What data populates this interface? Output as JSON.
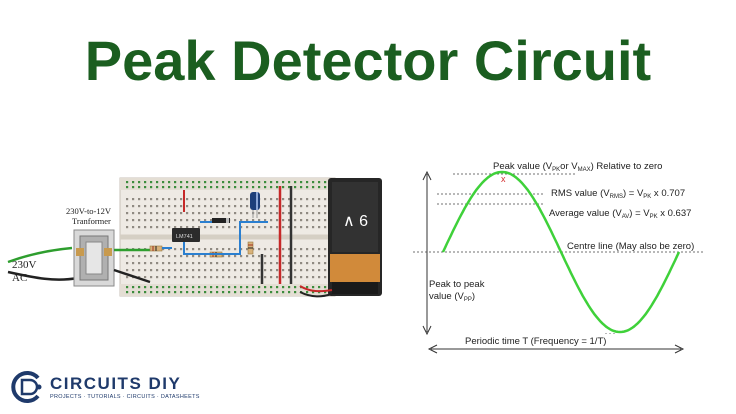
{
  "title": "Peak Detector Circuit",
  "circuit": {
    "transformer_label_line1": "230V-to-12V",
    "transformer_label_line2": "Tranformer",
    "ac_label_line1": "230V",
    "ac_label_line2": "AC",
    "ic_label": "LM741",
    "battery_label": "∧ 6"
  },
  "waveform": {
    "peak_label_prefix": "Peak value (V",
    "peak_sub_pk": "PK",
    "peak_label_or": "or V",
    "peak_sub_max": "MAX",
    "peak_label_suffix": ") Relative to zero",
    "peak_marker": "x",
    "rms_prefix": "RMS value (V",
    "rms_sub": "RMS",
    "rms_middle": ") = V",
    "rms_sub_pk": "PK",
    "rms_suffix": " x 0.707",
    "avg_prefix": "Average value (V",
    "avg_sub": "AV",
    "avg_middle": ") = V",
    "avg_sub_pk": "PK",
    "avg_suffix": " x 0.637",
    "centre_label": "Centre line (May also be zero)",
    "p2p_line1": "Peak to peak",
    "p2p_line2_prefix": "value (V",
    "p2p_sub": "PP",
    "p2p_line2_suffix": ")",
    "period_label": "Periodic time T (Frequency = 1/T)"
  },
  "logo": {
    "name": "CIRCUITS DIY",
    "tagline": "PROJECTS · TUTORIALS · CIRCUITS · DATASHEETS"
  },
  "colors": {
    "title": "#1b5e20",
    "wave": "#3fd13a",
    "logo": "#1f3a6b"
  }
}
